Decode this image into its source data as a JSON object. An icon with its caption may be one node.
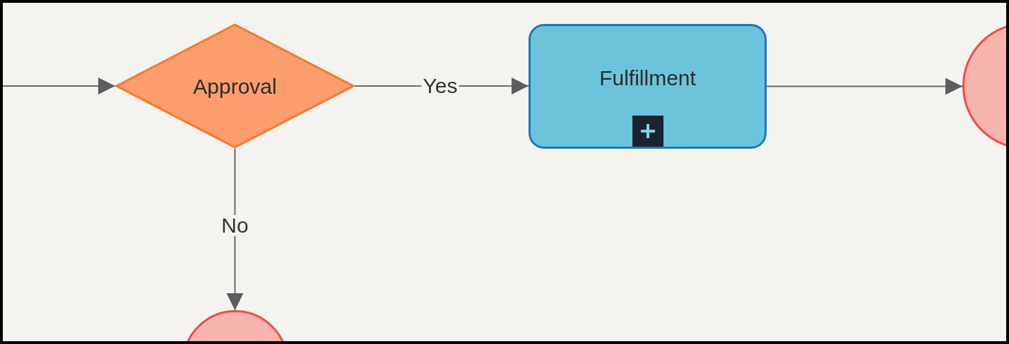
{
  "diagram": {
    "nodes": [
      {
        "text": [
          "Approval"
        ]
      },
      {
        "text": [
          "Fulfillment"
        ]
      },
      {
        "text": [],
        "shape": "circle"
      },
      {
        "text": [],
        "shape": "circle"
      }
    ],
    "edges": [
      {
        "from": null,
        "to": 0,
        "arrow": "to"
      },
      {
        "from": 0,
        "to": 1,
        "arrow": "to",
        "label": "Yes"
      },
      {
        "from": 1,
        "to": 2,
        "arrow": "to"
      },
      {
        "from": 0,
        "to": 3,
        "arrow": "to",
        "label": "No"
      }
    ]
  }
}
